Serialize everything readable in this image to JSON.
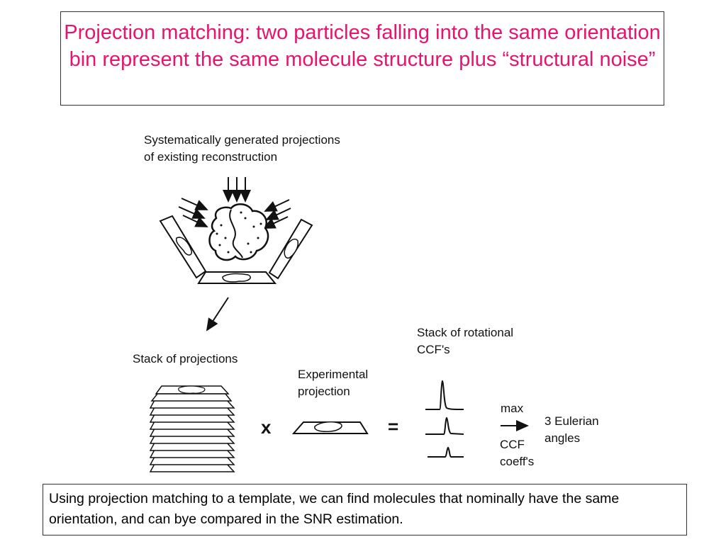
{
  "title": "Projection matching: two particles falling into the same orientation bin represent the same molecule structure plus “structural noise”",
  "diagram": {
    "label_generated_line1": "Systematically generated projections",
    "label_generated_line2": "of existing reconstruction",
    "label_stack": "Stack of projections",
    "label_experimental_line1": "Experimental",
    "label_experimental_line2": "projection",
    "label_ccf_line1": "Stack of rotational",
    "label_ccf_line2": "CCF's",
    "times_symbol": "x",
    "equals_symbol": "=",
    "label_max": "max",
    "label_ccf_coeff_line1": "CCF",
    "label_ccf_coeff_line2": "coeff's",
    "label_euler_line1": "3 Eulerian",
    "label_euler_line2": "angles"
  },
  "caption": "Using projection matching to a template, we can find molecules that nominally have the same orientation, and can bye compared in the SNR estimation.",
  "colors": {
    "title": "#e8136e",
    "ink": "#111111",
    "border": "#333333"
  }
}
